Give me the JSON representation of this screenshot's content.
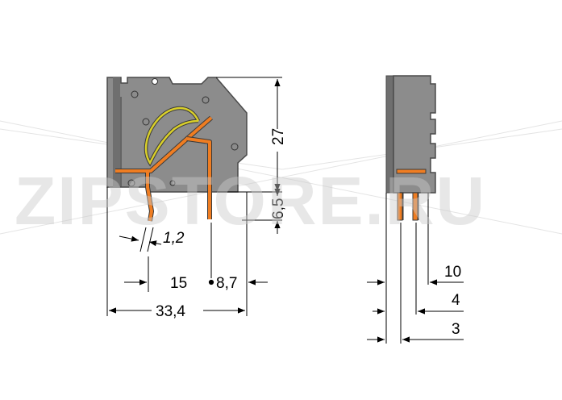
{
  "watermark": {
    "text": "ZIPSTORE.RU",
    "accent_color": "#f7a541",
    "text_color": "#b8b8b8"
  },
  "colors": {
    "housing": "#8c8c8c",
    "housing_dark": "#6f6f6f",
    "contact": "#ef7d22",
    "spring": "#d9cf2a",
    "line": "#000000"
  },
  "left_view": {
    "dim_height": "27",
    "dim_pin": "6,5",
    "dim_pin_thickness": "1,2",
    "dim_width_lower": "15",
    "dim_pin_offset": "8,7",
    "dim_total_width": "33,4"
  },
  "right_view": {
    "dim_10": "10",
    "dim_4": "4",
    "dim_3": "3"
  }
}
